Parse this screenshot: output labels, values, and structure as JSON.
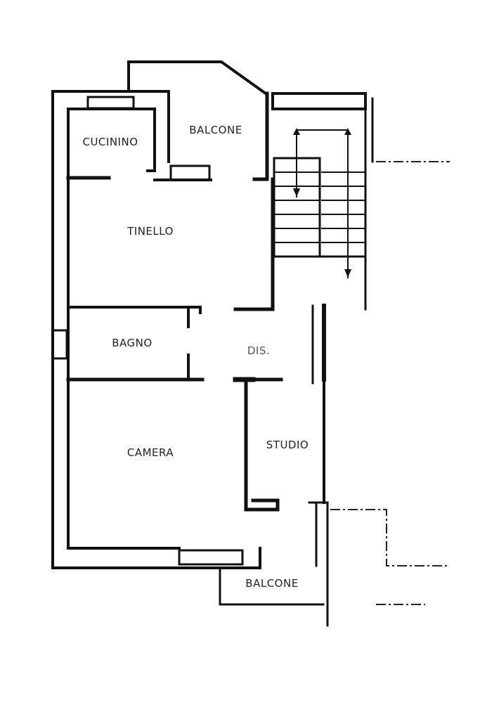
{
  "rooms": {
    "cucinino": "CUCININO",
    "balcone_top": "BALCONE",
    "tinello": "TINELLO",
    "bagno": "BAGNO",
    "dis": "DIS.",
    "studio": "STUDIO",
    "camera": "CAMERA",
    "balcone_bottom": "BALCONE"
  },
  "colors": {
    "wall": "#111111",
    "background": "#ffffff"
  }
}
